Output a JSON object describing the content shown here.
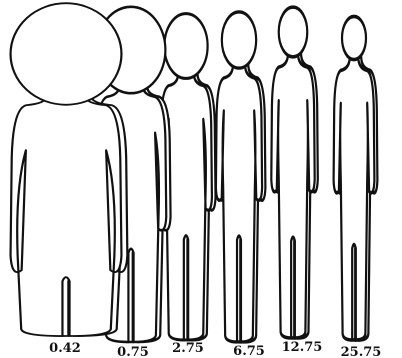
{
  "figure": {
    "stroke_color": "#111111",
    "fill_color": "#ffffff",
    "figures": [
      {
        "id": "fig-1",
        "age": "0.42"
      },
      {
        "id": "fig-2",
        "age": "0.75"
      },
      {
        "id": "fig-3",
        "age": "2.75"
      },
      {
        "id": "fig-4",
        "age": "6.75"
      },
      {
        "id": "fig-5",
        "age": "12.75"
      },
      {
        "id": "fig-6",
        "age": "25.75"
      }
    ]
  }
}
